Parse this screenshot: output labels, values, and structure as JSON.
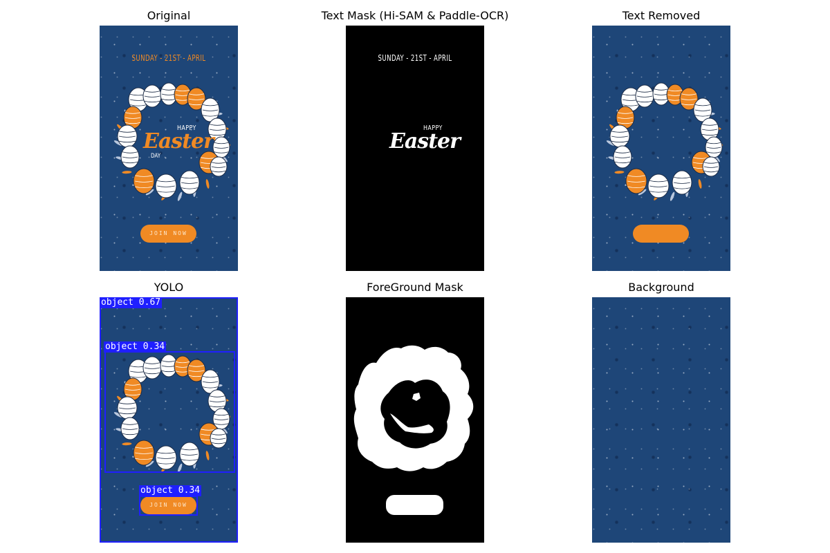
{
  "panels": {
    "original": {
      "title": "Original"
    },
    "text_mask": {
      "title": "Text Mask (Hi-SAM & Paddle-OCR)"
    },
    "text_removed": {
      "title": "Text Removed"
    },
    "yolo": {
      "title": "YOLO"
    },
    "foreground_mask": {
      "title": "ForeGround Mask"
    },
    "background": {
      "title": "Background"
    }
  },
  "poster": {
    "date_text": "SUNDAY - 21ST - APRIL",
    "happy_text": "HAPPY",
    "easter_text": "Easter",
    "day_text": "DAY",
    "button_text": "JOIN NOW",
    "colors": {
      "background": "#1e4678",
      "accent": "#f08a24",
      "egg_white": "#ffffff"
    }
  },
  "yolo_detections": [
    {
      "label": "object 0.67",
      "class": "object",
      "confidence": 0.67
    },
    {
      "label": "object 0.34",
      "class": "object",
      "confidence": 0.34
    },
    {
      "label": "object 0.34",
      "class": "object",
      "confidence": 0.34
    }
  ],
  "colors": {
    "box": "#1f1fff",
    "mask_bg": "#000000",
    "mask_fg": "#ffffff"
  }
}
